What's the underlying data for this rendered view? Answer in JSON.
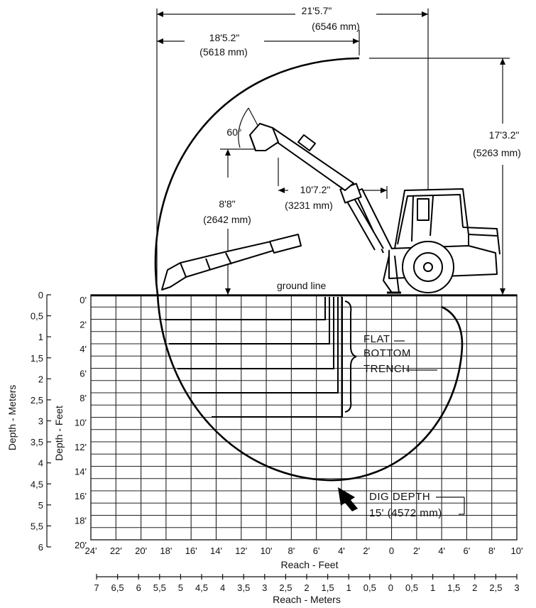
{
  "dimensions": {
    "overall_reach": {
      "imperial": "21'5.7\"",
      "metric": "(6546 mm)"
    },
    "reach_at_ground": {
      "imperial": "18'5.2\"",
      "metric": "(5618 mm)"
    },
    "height": {
      "imperial": "17'3.2\"",
      "metric": "(5263 mm)"
    },
    "bucket_height": {
      "imperial": "8'8\"",
      "metric": "(2642 mm)"
    },
    "boom_reach": {
      "imperial": "10'7.2\"",
      "metric": "(3231 mm)"
    },
    "angle": "60°"
  },
  "labels": {
    "ground_line": "ground line",
    "trench_line1": "FLAT",
    "trench_line2": "BOTTOM",
    "trench_line3": "TRENCH",
    "dig_depth_title": "DIG DEPTH",
    "dig_depth_value": "15' (4572 mm)"
  },
  "axes": {
    "depth_feet_title": "Depth - Feet",
    "depth_meters_title": "Depth - Meters",
    "reach_feet_title": "Reach - Feet",
    "reach_meters_title": "Reach - Meters",
    "depth_feet_ticks": [
      "0'",
      "2'",
      "4'",
      "6'",
      "8'",
      "10'",
      "12'",
      "14'",
      "16'",
      "18'",
      "20'"
    ],
    "depth_meter_ticks": [
      "0",
      "0,5",
      "1",
      "1,5",
      "2",
      "2,5",
      "3",
      "3,5",
      "4",
      "4,5",
      "5",
      "5,5",
      "6"
    ],
    "reach_feet_ticks": [
      "24'",
      "22'",
      "20'",
      "18'",
      "16'",
      "14'",
      "12'",
      "10'",
      "8'",
      "6'",
      "4'",
      "2'",
      "0",
      "2'",
      "4'",
      "6'",
      "8'",
      "10'"
    ],
    "reach_meter_ticks": [
      "7",
      "6,5",
      "6",
      "5,5",
      "5",
      "4,5",
      "4",
      "3,5",
      "3",
      "2,5",
      "2",
      "1,5",
      "1",
      "0,5",
      "0",
      "0,5",
      "1",
      "1,5",
      "2",
      "2,5",
      "3"
    ]
  }
}
